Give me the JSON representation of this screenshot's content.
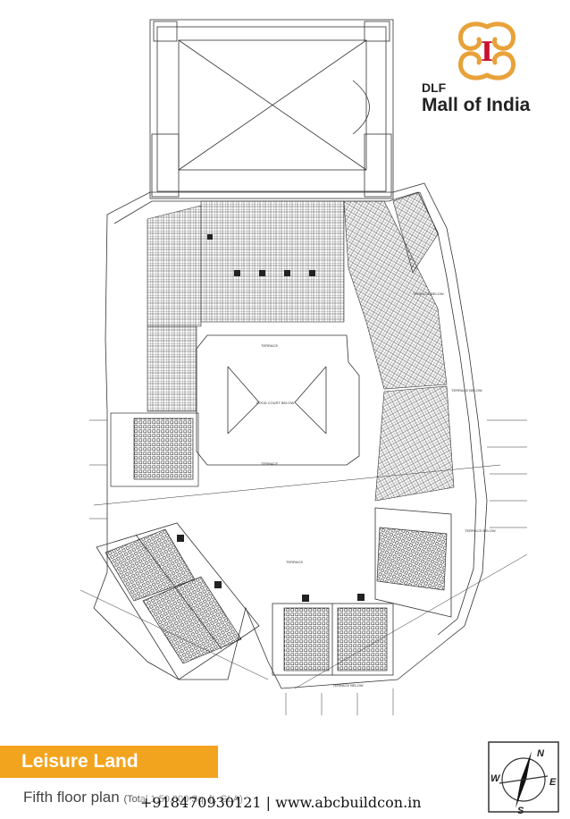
{
  "logo": {
    "emblem_letter": "I",
    "brand": "DLF",
    "name": "Mall of India"
  },
  "banner": {
    "title": "Leisure Land"
  },
  "plan_title": "Fifth floor plan",
  "plan_area_note": "(Total 1,50,000 Sq. ft. GLA)",
  "contact": "+918470930121 | www.abcbuildcon.in",
  "compass": {
    "north": "N",
    "east": "E",
    "south": "S",
    "west": "W"
  },
  "plan_labels": {
    "food_court": "FOOD COURT BELOW",
    "terrace_top": "TERRACE",
    "terrace_mid": "TERRACE",
    "terrace_low": "TERRACE",
    "terrace_below_1": "TERRACE BELOW",
    "terrace_below_2": "TERRACE BELOW",
    "terrace_below_3": "TERRACE BELOW",
    "terrace_below_4": "TERRACE BELOW"
  },
  "colors": {
    "accent": "#f3a41e",
    "line": "#333333",
    "logo_gold": "#e8a23a",
    "logo_red": "#c8102e"
  }
}
